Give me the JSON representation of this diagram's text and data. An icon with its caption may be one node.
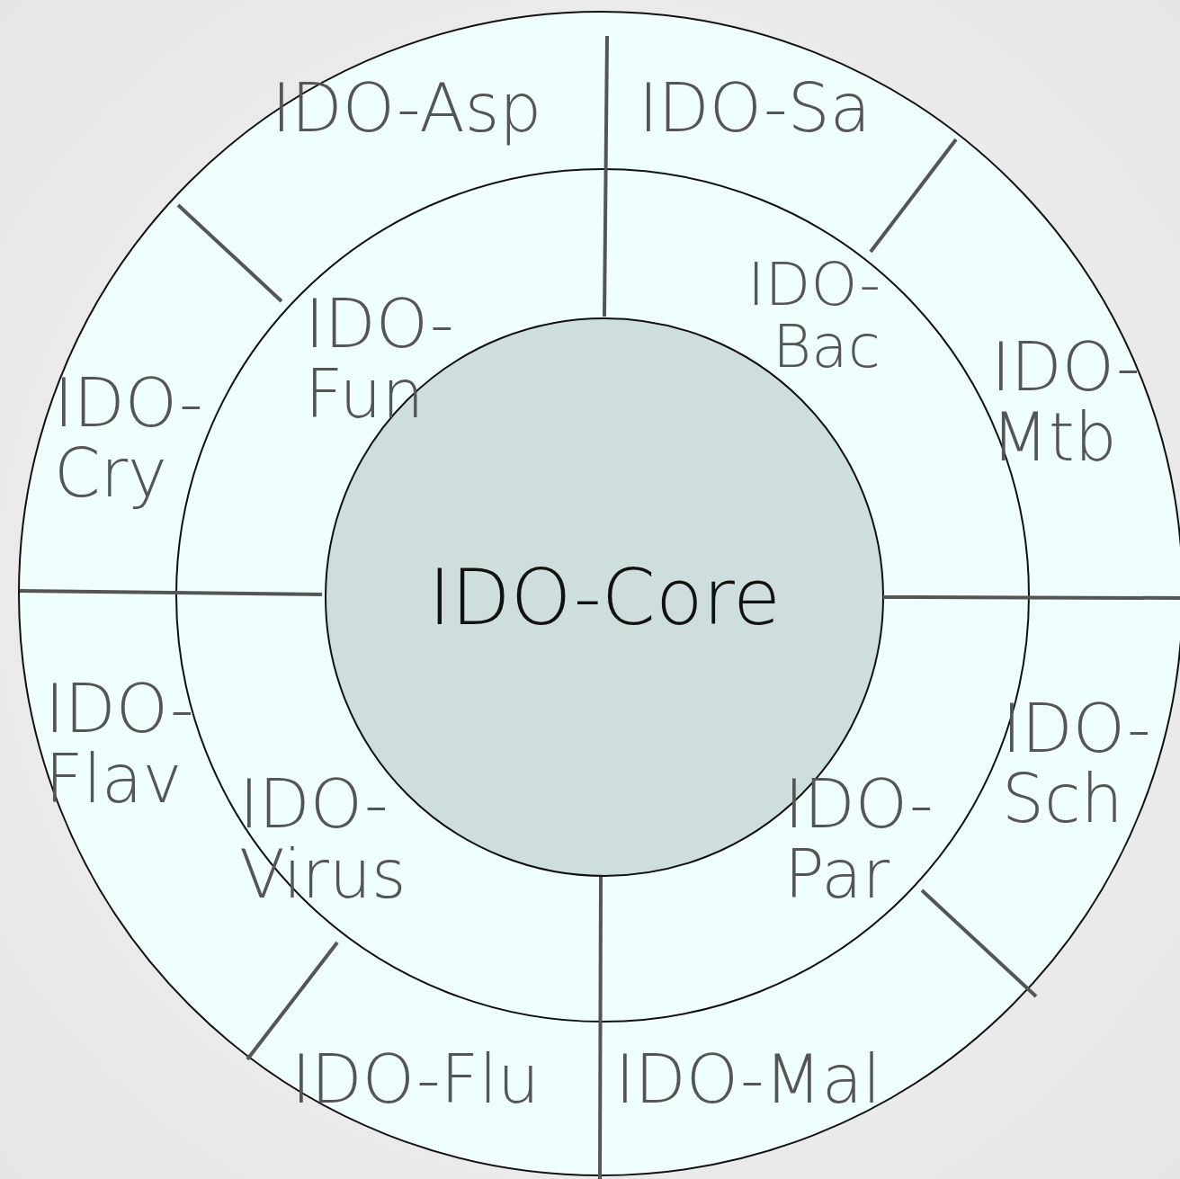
{
  "diagram": {
    "nodes": [
      {
        "text": [],
        "shape": "circle"
      },
      {
        "text": [],
        "shape": "circle",
        "in": 0
      },
      {
        "text": [
          "IDO-Core"
        ],
        "in": 1
      },
      {
        "text": [
          "IDO-Asp"
        ],
        "in": 0
      },
      {
        "text": [
          "IDO-Sa"
        ],
        "in": 0
      },
      {
        "text": [
          "IDO- Fun"
        ],
        "in": 1
      },
      {
        "text": [
          "IDO- Bac"
        ],
        "in": 1
      },
      {
        "text": [
          "IDO- Cry"
        ],
        "in": 0
      },
      {
        "text": [
          "IDO- Mtb"
        ],
        "in": 0
      },
      {
        "text": [
          "IDO- Flav"
        ],
        "in": 0
      },
      {
        "text": [
          "IDO- Sch"
        ],
        "in": 0
      },
      {
        "text": [
          "IDO- Virus"
        ],
        "in": 1
      },
      {
        "text": [
          "IDO- Par"
        ],
        "in": 1
      },
      {
        "text": [
          "IDO-Flu"
        ],
        "in": 0
      },
      {
        "text": [
          "IDO-Mal"
        ],
        "in": 0
      }
    ]
  }
}
